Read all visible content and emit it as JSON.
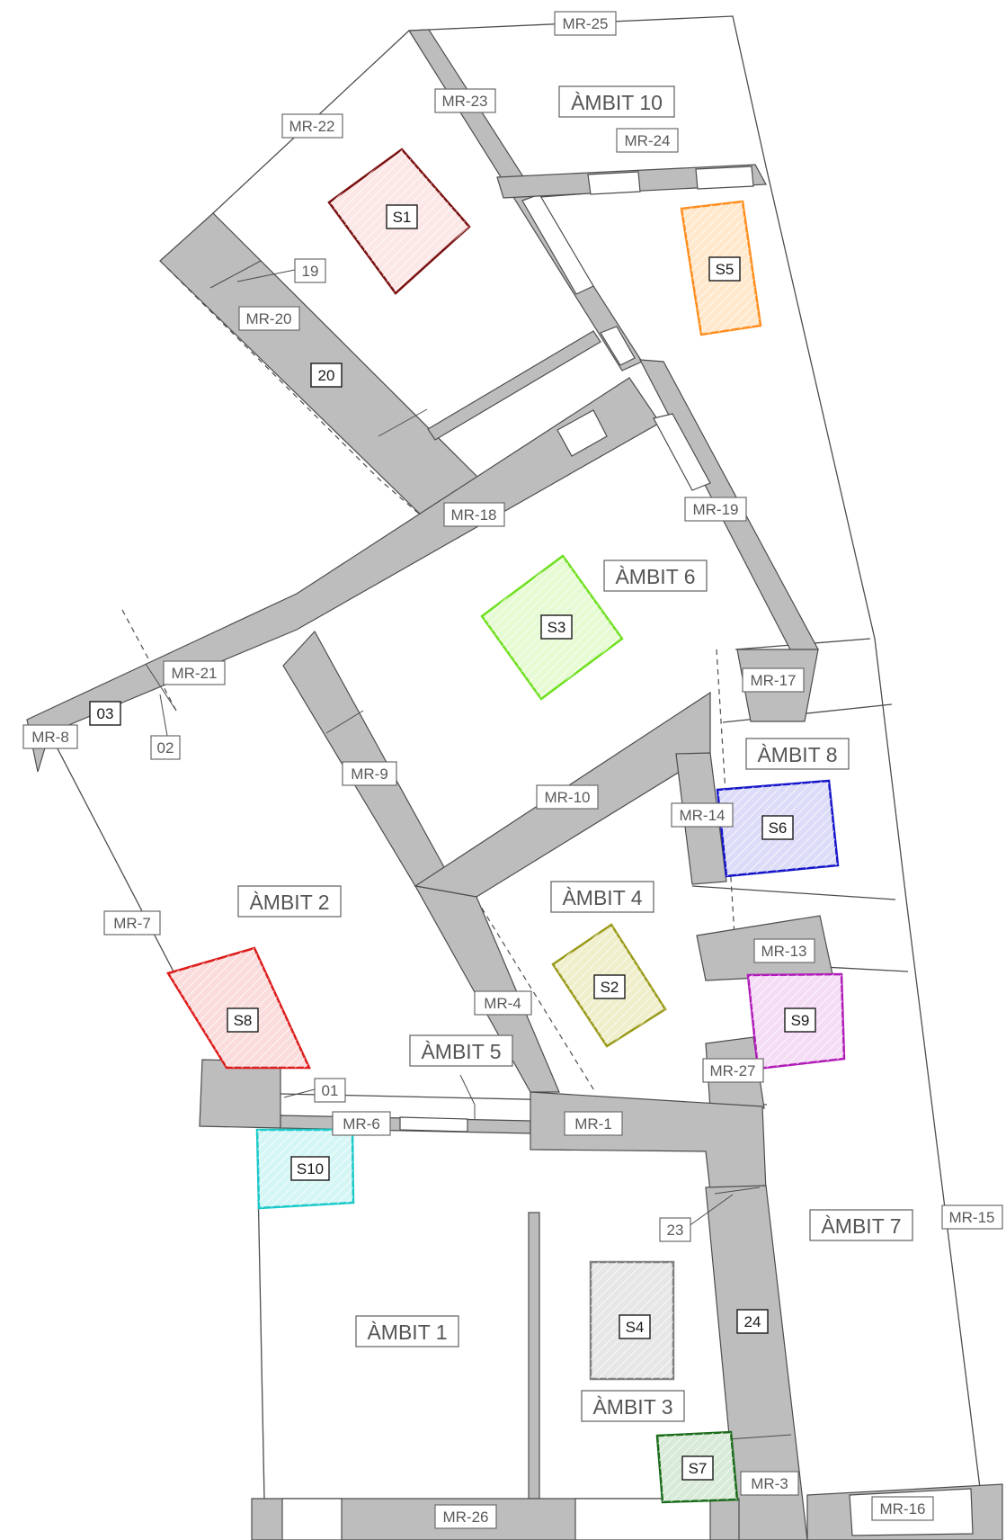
{
  "colors": {
    "wall": "#bdbdbd",
    "line": "#4d4d4d",
    "s1": "#7a1010",
    "s2": "#9a9a1a",
    "s3": "#6ee01e",
    "s4": "#808080",
    "s5": "#ff8c1a",
    "s6": "#1414c8",
    "s7": "#1a6b1a",
    "s8": "#dd1a1a",
    "s9": "#b01ab8",
    "s10": "#1ac8c8"
  },
  "ambits": {
    "a1": "ÀMBIT 1",
    "a2": "ÀMBIT 2",
    "a3": "ÀMBIT 3",
    "a4": "ÀMBIT 4",
    "a5": "ÀMBIT 5",
    "a6": "ÀMBIT 6",
    "a7": "ÀMBIT 7",
    "a8": "ÀMBIT 8",
    "a10": "ÀMBIT 10"
  },
  "walls": {
    "mr1": "MR-1",
    "mr3": "MR-3",
    "mr4": "MR-4",
    "mr6": "MR-6",
    "mr7": "MR-7",
    "mr8": "MR-8",
    "mr9": "MR-9",
    "mr10": "MR-10",
    "mr13": "MR-13",
    "mr14": "MR-14",
    "mr15": "MR-15",
    "mr16": "MR-16",
    "mr17": "MR-17",
    "mr18": "MR-18",
    "mr19": "MR-19",
    "mr20": "MR-20",
    "mr21": "MR-21",
    "mr22": "MR-22",
    "mr23": "MR-23",
    "mr24": "MR-24",
    "mr25": "MR-25",
    "mr26": "MR-26",
    "mr27": "MR-27"
  },
  "units": {
    "u01": "01",
    "u02": "02",
    "u03": "03",
    "u19": "19",
    "u20": "20",
    "u23": "23",
    "u24": "24"
  },
  "sondeigs": {
    "s1": "S1",
    "s2": "S2",
    "s3": "S3",
    "s4": "S4",
    "s5": "S5",
    "s6": "S6",
    "s7": "S7",
    "s8": "S8",
    "s9": "S9",
    "s10": "S10"
  }
}
